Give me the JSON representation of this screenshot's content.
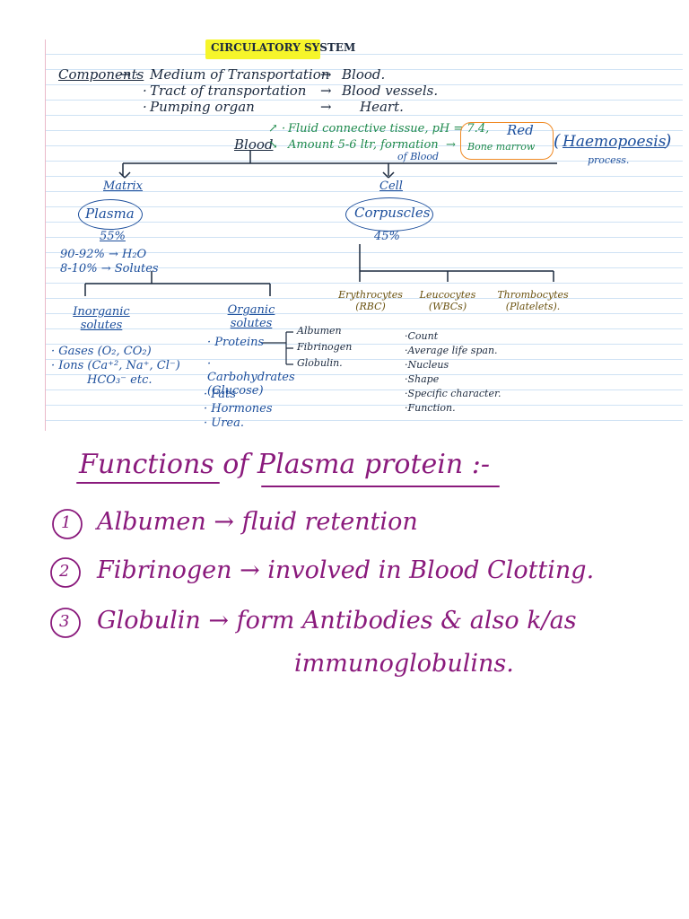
{
  "notes": {
    "title": "CIRCULATORY SYSTEM",
    "components_label": "Components",
    "components": [
      {
        "item": "Medium of Transportation",
        "value": "Blood."
      },
      {
        "item": "Tract of transportation",
        "value": "Blood vessels."
      },
      {
        "item": "Pumping organ",
        "value": "Heart."
      }
    ],
    "blood_label": "Blood",
    "blood_fact1": "Fluid connective tissue, pH = 7.4,",
    "blood_fact2": "Amount 5-6 ltr, formation",
    "of_blood": "of Blood",
    "red_label": "Red",
    "bone_marrow": "Bone marrow",
    "haemopoesis": "Haemopoesis",
    "process": "process.",
    "matrix_label": "Matrix",
    "plasma_label": "Plasma",
    "plasma_pct": "55%",
    "cell_label": "Cell",
    "corpuscles_label": "Corpuscles",
    "corpuscles_pct": "45%",
    "plasma_parts": [
      "90-92% → H₂O",
      "8-10% → Solutes"
    ],
    "inorganic_label": "Inorganic solutes",
    "inorganic_items": [
      "Gases (O₂, CO₂)",
      "Ions (Ca⁺², Na⁺, Cl⁻)",
      "HCO₃⁻ etc."
    ],
    "organic_label": "Organic solutes",
    "organic_items": [
      "Proteins",
      "Carbohydrates (Glucose)",
      "Fats",
      "Hormones",
      "Urea."
    ],
    "proteins_list": [
      "Albumen",
      "Fibrinogen",
      "Globulin."
    ],
    "cells": [
      {
        "name": "Erythrocytes",
        "abbr": "(RBC)"
      },
      {
        "name": "Leucocytes",
        "abbr": "(WBCs)"
      },
      {
        "name": "Thrombocytes",
        "abbr": "(Platelets)."
      }
    ],
    "cell_study": [
      "Count",
      "Average life span.",
      "Nucleus",
      "Shape",
      "Specific character.",
      "Function."
    ]
  },
  "functions": {
    "heading": "Functions of Plasma protein :-",
    "items": [
      {
        "num": "1",
        "name": "Albumen",
        "text": "fluid retention"
      },
      {
        "num": "2",
        "name": "Fibrinogen",
        "text": "involved in Blood Clotting."
      },
      {
        "num": "3",
        "name": "Globulin",
        "text": "form Antibodies & also k/as",
        "text2": "immunoglobulins."
      }
    ]
  },
  "colors": {
    "ink": "#1c2a3f",
    "blue": "#1d4f9c",
    "green": "#1f8a4c",
    "brown": "#6a5210",
    "purple": "#8a1a7c",
    "highlight": "#f6f52a",
    "orange": "#f08a24"
  }
}
